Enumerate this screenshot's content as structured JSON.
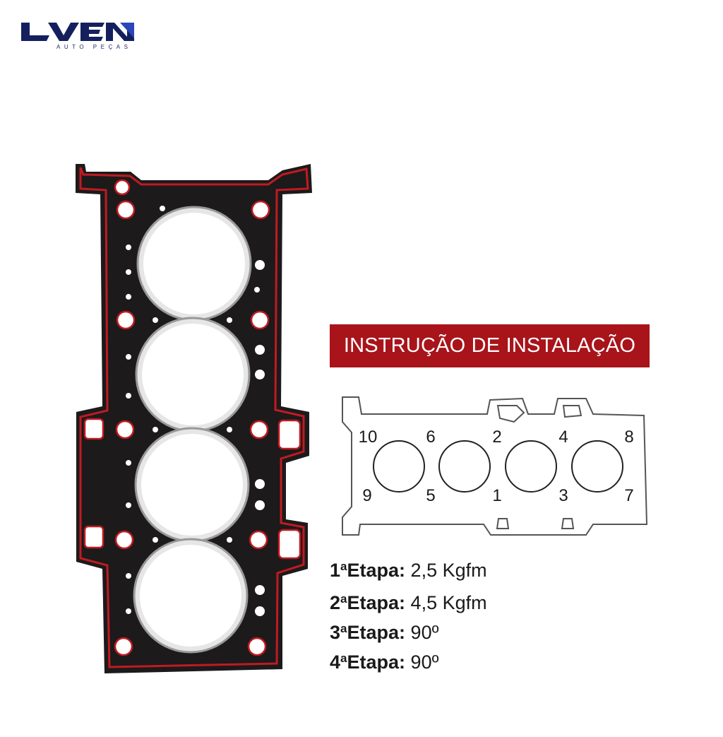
{
  "logo": {
    "name": "LVEN",
    "subtitle": "AUTO PEÇAS",
    "color": "#14205e"
  },
  "banner": {
    "title": "INSTRUÇÃO DE INSTALAÇÃO",
    "color": "#a8141a"
  },
  "torque_sequence": {
    "top": [
      "10",
      "6",
      "2",
      "4",
      "8"
    ],
    "bottom": [
      "9",
      "5",
      "1",
      "3",
      "7"
    ]
  },
  "steps": [
    {
      "number": "1",
      "ordinal": "a",
      "label": "Etapa:",
      "value": "2,5 Kgfm"
    },
    {
      "number": "2",
      "ordinal": "a",
      "label": "Etapa:",
      "value": "4,5 Kgfm"
    },
    {
      "number": "3",
      "ordinal": "a",
      "label": "Etapa:",
      "value": "90º"
    },
    {
      "number": "4",
      "ordinal": "a",
      "label": "Etapa:",
      "value": "90º"
    }
  ]
}
